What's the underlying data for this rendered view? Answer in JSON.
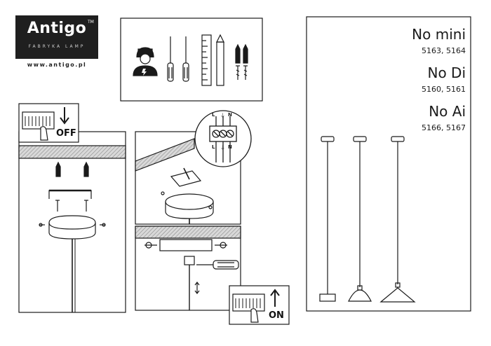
{
  "brand": {
    "name": "Antigo",
    "tm": "TM",
    "tagline": "FABRYKA LAMP",
    "url": "www.antigo.pl"
  },
  "models": [
    {
      "name": "No mini",
      "codes": "5163, 5164"
    },
    {
      "name": "No Di",
      "codes": "5160, 5161"
    },
    {
      "name": "No Ai",
      "codes": "5166, 5167"
    }
  ],
  "switch": {
    "off_label": "OFF",
    "on_label": "ON"
  },
  "terminal": {
    "live_label": "L",
    "neutral_label": "N",
    "earth_symbol": "⏚"
  },
  "colors": {
    "ink": "#1a1a1a",
    "logo_bg": "#1f1f1f",
    "ceiling_hatch": "#9a9a9a"
  }
}
